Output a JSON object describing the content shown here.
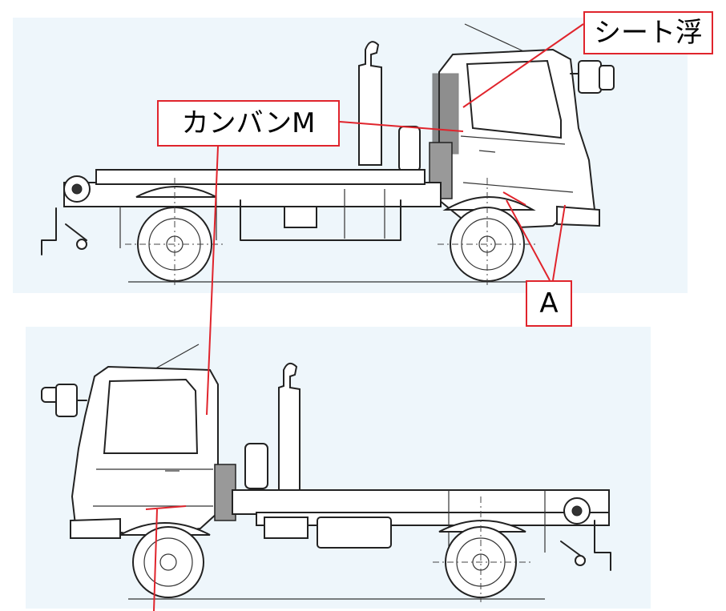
{
  "callouts": {
    "sheet_float": "シート浮",
    "kanban_m": "カンバンM",
    "point_a": "A"
  },
  "colors": {
    "panel_background": "#eef6fb",
    "callout_border": "#e0242c",
    "leader_line": "#e0242c",
    "drawing_line": "#222222"
  }
}
